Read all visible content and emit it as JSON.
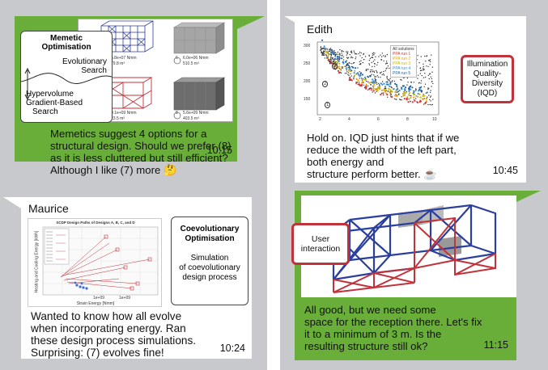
{
  "left_panel": {
    "memetic": {
      "image_labels": {
        "opt5_a": "5.8e+07 Nmm",
        "opt5_b": "79.8 m³",
        "opt6_a": "6.0e+06 Nmm",
        "opt6_b": "510.5 m³",
        "opt7_a": "9.1e+09 Nmm",
        "opt7_b": "23.5 m³",
        "opt8_a": "5.6e+09 Nmm",
        "opt8_b": "403.5 m³",
        "n5": "5",
        "n6": "6",
        "n7": "7",
        "n8": "8"
      },
      "diagram": {
        "title_line1": "Memetic",
        "title_line2": "Optimisation",
        "evo_line1": "Evolutionary",
        "evo_line2": "Search",
        "hv_line1": "Hypervolume",
        "hv_line2": "Gradient-Based",
        "hv_line3": "Search"
      },
      "text_line1": "Memetics suggest 4 options for a",
      "text_line2": "structural design. Should we prefer (8)",
      "text_line3": "as it is less cluttered but still efficient?",
      "text_line4": "Although I like (7) more",
      "emoji": "🤔",
      "time": "10:15"
    },
    "maurice": {
      "sender": "Maurice",
      "chart_title": "SCDP Design Paths of Designs A, B, C, and D",
      "chart_xlabel": "Strain Energy [Nmm]",
      "chart_ylabel": "Heating and Cooling Energy [kWh]",
      "chart_xtick1": "1e+09",
      "chart_xtick2": "1e+09",
      "box_title_line1": "Coevolutionary",
      "box_title_line2": "Optimisation",
      "box_sub_line1": "Simulation",
      "box_sub_line2": "of coevolutionary",
      "box_sub_line3": "design process",
      "text_line1": "Wanted to know how all evolve",
      "text_line2": "when incorporating energy. Ran",
      "text_line3": "these design process simulations.",
      "text_line4": "Surprising: (7) evolves fine!",
      "time": "10:24"
    }
  },
  "right_panel": {
    "edith": {
      "sender": "Edith",
      "chart_legend": [
        "All solutions",
        "PPA run 1",
        "PPA run 2",
        "PPA run 3",
        "PPA run 4",
        "PPA run 5"
      ],
      "chart_yticks": [
        "300",
        "250",
        "200",
        "150"
      ],
      "chart_xticks": [
        "2",
        "4",
        "6",
        "8",
        "10"
      ],
      "chart_marks": [
        "1",
        "2",
        "3"
      ],
      "iqd_line1": "Illumination",
      "iqd_line2": "Quality-",
      "iqd_line3": "Diversity",
      "iqd_line4": "(IQD)",
      "text_line1": "Hold on. IQD just hints that if we",
      "text_line2": "reduce the width of the left part,",
      "text_line3": "both energy and",
      "text_line4": "structure perform better.",
      "emoji": "☕",
      "time": "10:45"
    },
    "user": {
      "interaction_line1": "User",
      "interaction_line2": "interaction",
      "text_line1": "All good, but we need some",
      "text_line2": "space for the reception there. Let's fix",
      "text_line3": "it to a minimum of 3 m. Is the",
      "text_line4": "resulting structure still ok?",
      "time": "11:15"
    }
  },
  "colors": {
    "panel_bg": "#c8c9cc",
    "bubble_green": "#6aae3a",
    "bubble_white": "#ffffff",
    "highlight_red": "#c0333b",
    "frame_blue": "#2b3f9e",
    "frame_red": "#c0333b"
  }
}
